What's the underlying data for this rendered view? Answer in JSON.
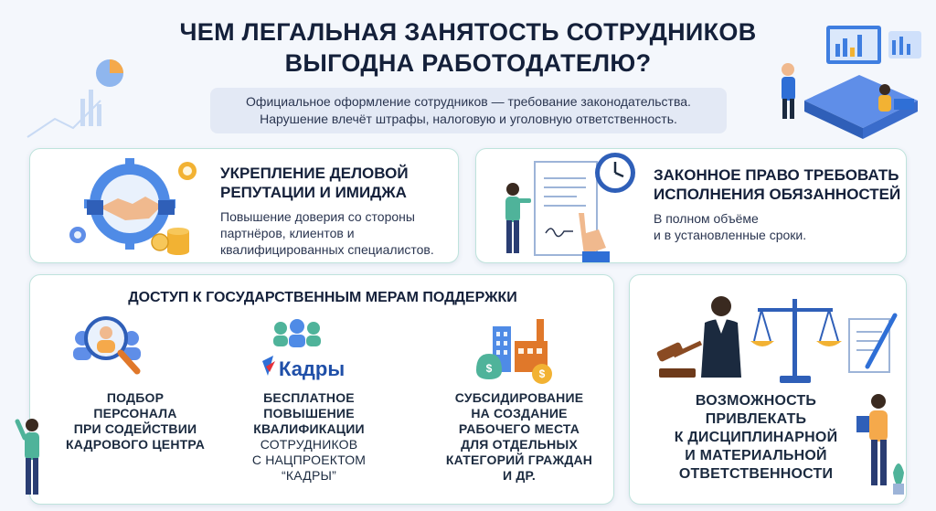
{
  "header": {
    "title_line1": "ЧЕМ ЛЕГАЛЬНАЯ ЗАНЯТОСТЬ СОТРУДНИКОВ",
    "title_line2": "ВЫГОДНА РАБОТОДАТЕЛЮ?",
    "subtitle_line1": "Официальное оформление сотрудников — требование законодательства.",
    "subtitle_line2": "Нарушение влечёт штрафы, налоговую и уголовную ответственность."
  },
  "card_reputation": {
    "title_line1": "УКРЕПЛЕНИЕ ДЕЛОВОЙ",
    "title_line2": "РЕПУТАЦИИ И ИМИДЖА",
    "text_line1": "Повышение доверия со стороны",
    "text_line2": "партнёров, клиентов и",
    "text_line3": "квалифицированных специалистов.",
    "icon": "handshake-gear-icon"
  },
  "card_rights": {
    "title_line1": "ЗАКОННОЕ ПРАВО ТРЕБОВАТЬ",
    "title_line2": "ИСПОЛНЕНИЯ ОБЯЗАННОСТЕЙ",
    "text_line1": "В полном объёме",
    "text_line2": "и в установленные сроки.",
    "icon": "document-clock-icon"
  },
  "card_support": {
    "title": "ДОСТУП К ГОСУДАРСТВЕННЫМ МЕРАМ ПОДДЕРЖКИ",
    "items": [
      {
        "icon": "search-people-icon",
        "lines": [
          "ПОДБОР",
          "ПЕРСОНАЛА",
          "ПРИ СОДЕЙСТВИИ",
          "КАДРОВОГО ЦЕНТРА"
        ]
      },
      {
        "icon": "kadry-logo-icon",
        "logo_text": "Кадры",
        "bold_lines": [
          "БЕСПЛАТНОЕ",
          "ПОВЫШЕНИЕ",
          "КВАЛИФИКАЦИИ"
        ],
        "normal_lines": [
          "СОТРУДНИКОВ",
          "С НАЦПРОЕКТОМ",
          "“КАДРЫ”"
        ]
      },
      {
        "icon": "factory-money-icon",
        "lines": [
          "СУБСИДИРОВАНИЕ",
          "НА СОЗДАНИЕ",
          "РАБОЧЕГО МЕСТА",
          "ДЛЯ ОТДЕЛЬНЫХ",
          "КАТЕГОРИЙ ГРАЖДАН",
          "И ДР."
        ]
      }
    ]
  },
  "card_liability": {
    "lines": [
      "ВОЗМОЖНОСТЬ",
      "ПРИВЛЕКАТЬ",
      "К ДИСЦИПЛИНАРНОЙ",
      "И МАТЕРИАЛЬНОЙ",
      "ОТВЕТСТВЕННОСТИ"
    ],
    "icon": "judge-scales-icon"
  },
  "colors": {
    "accent_blue": "#2f6fd6",
    "gold": "#f2b233",
    "card_border": "#bfe3dc",
    "text_dark": "#14203a"
  }
}
